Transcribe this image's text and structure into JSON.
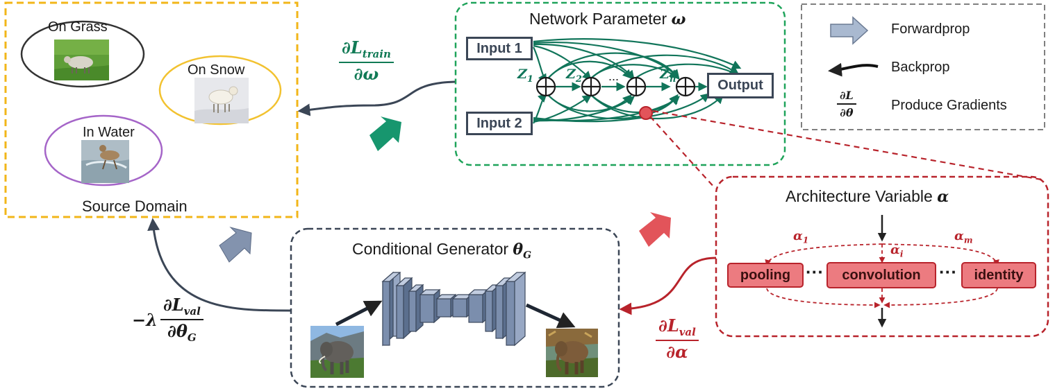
{
  "source_domain": {
    "title": "Source Domain",
    "items": [
      {
        "label": "On Grass"
      },
      {
        "label": "On Snow"
      },
      {
        "label": "In Water"
      }
    ]
  },
  "network": {
    "title_text": "Network Parameter",
    "title_symbol": "ω",
    "inputs": [
      "Input 1",
      "Input 2"
    ],
    "output": "Output",
    "z_labels": [
      {
        "base": "Z",
        "sub": "1"
      },
      {
        "base": "Z",
        "sub": "2"
      },
      {
        "base": "Z",
        "sub": "n"
      }
    ],
    "ellipsis": "..."
  },
  "legend": {
    "items": [
      {
        "label": "Forwardprop"
      },
      {
        "label": "Backprop"
      },
      {
        "label": "Produce Gradients",
        "symbol_num": "∂L",
        "symbol_den": "∂θ"
      }
    ]
  },
  "architecture": {
    "title_text": "Architecture Variable",
    "title_symbol": "α",
    "ops": [
      "pooling",
      "convolution",
      "identity"
    ],
    "dots": "···",
    "alphas": [
      {
        "base": "α",
        "sub": "1"
      },
      {
        "base": "α",
        "sub": "i"
      },
      {
        "base": "α",
        "sub": "m"
      }
    ]
  },
  "generator": {
    "title_text": "Conditional Generator",
    "title_symbol": "θ",
    "title_sub": "G"
  },
  "gradients": {
    "train": {
      "num_base": "∂L",
      "num_sub": "train",
      "den": "∂ω"
    },
    "val_gen": {
      "prefix": "−λ",
      "num_base": "∂L",
      "num_sub": "val",
      "den_base": "∂θ",
      "den_sub": "G"
    },
    "val_arch": {
      "num_base": "∂L",
      "num_sub": "val",
      "den": "∂α"
    }
  },
  "colors": {
    "source_border": "#f2b619",
    "network_border": "#1ea35a",
    "legend_border": "#7f7f7f",
    "arch_border": "#b8232b",
    "generator_border": "#3b4656",
    "green_text": "#117a55",
    "red_text": "#b8232b",
    "dark": "#3b4656"
  }
}
